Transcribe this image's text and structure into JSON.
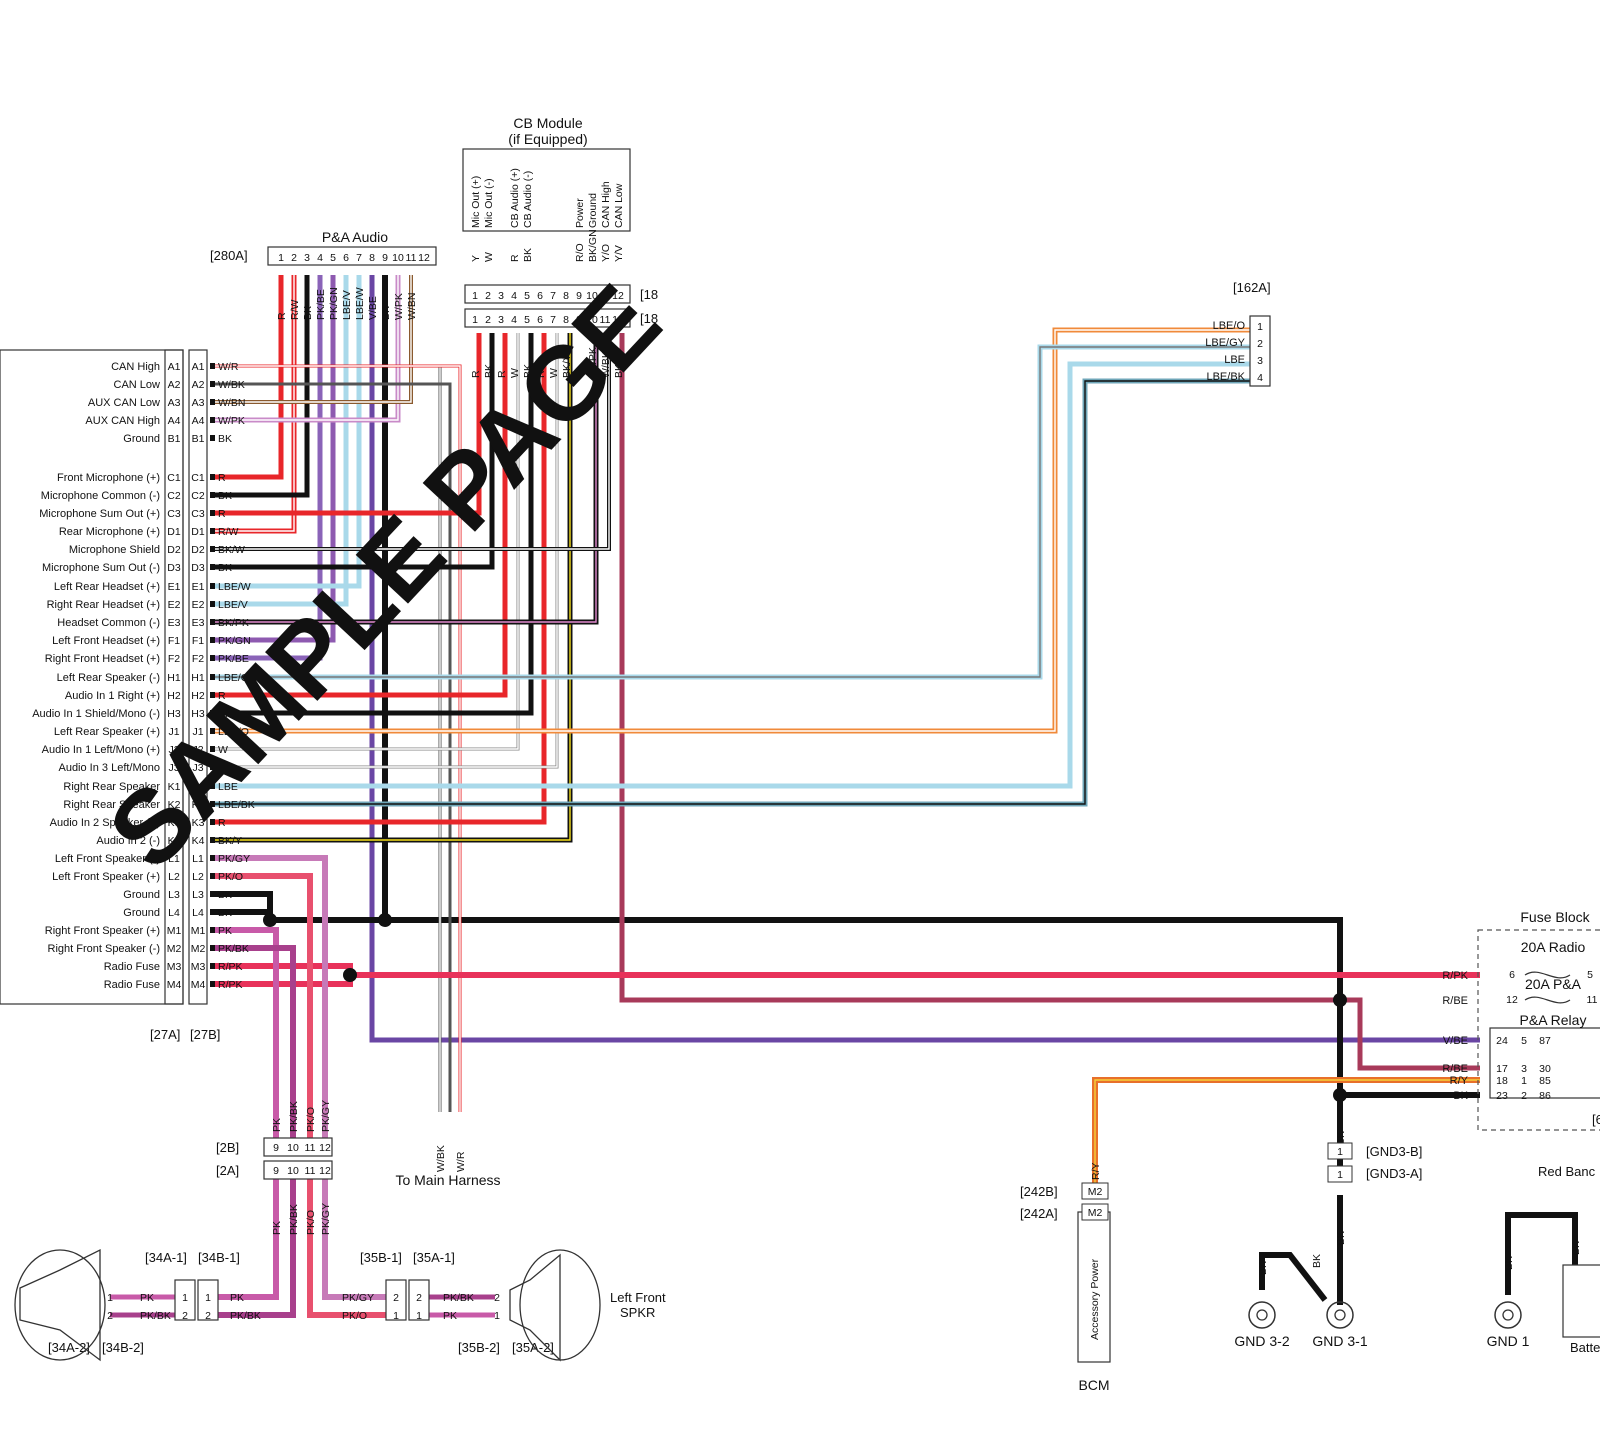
{
  "colors": {
    "R": "#e8262a",
    "RW": "#e8262a",
    "BK": "#111111",
    "PKBE": "#8a63b8",
    "PKGN": "#8e5ab0",
    "LBEV": "#a9d9ea",
    "LBEW": "#a9d9ea",
    "VBE": "#6a46a4",
    "WBK": "#777777",
    "WPK": "#c98bc8",
    "WBN": "#8a5a2f",
    "Y": "#f7e11b",
    "RO": "#f07a2a",
    "BKGN": "#2f8f3a",
    "YO": "#f5a52b",
    "YV": "#b89d2d",
    "PK": "#c85aa8",
    "PKBK": "#a8408c",
    "PKO": "#e8506e",
    "PKGY": "#c77ab8",
    "RPK": "#e8325a",
    "RBE": "#a83a5a",
    "RY": "#e8702a",
    "LBEO": "#f08a3a",
    "LBEGY": "#a9d9ea",
    "LBE": "#a9d9ea",
    "LBEBK": "#6fa6b8"
  },
  "pa_audio": {
    "title": "P&A Audio",
    "ref": "[280A]",
    "pins": [
      "1",
      "2",
      "3",
      "4",
      "5",
      "6",
      "7",
      "8",
      "9",
      "10",
      "11",
      "12"
    ],
    "wire_labels": [
      "R",
      "R/W",
      "BK",
      "PK/BE",
      "PK/GN",
      "LBE/V",
      "LBE/W",
      "V/BE",
      "BK",
      "W/PK",
      "W/BN",
      ""
    ]
  },
  "cb_module": {
    "title": "CB Module",
    "subtitle": "(if Equipped)",
    "functions": [
      "Mic Out (+)",
      "Mic Out (-)",
      "",
      "CB Audio (+)",
      "CB Audio (-)",
      "",
      "",
      "",
      "Power",
      "Ground",
      "CAN High",
      "CAN Low"
    ],
    "wire_labels": [
      "Y",
      "W",
      "",
      "R",
      "BK",
      "",
      "",
      "",
      "R/O",
      "BK/GN",
      "Y/O",
      "Y/V"
    ],
    "pins": [
      "1",
      "2",
      "3",
      "4",
      "5",
      "6",
      "7",
      "8",
      "9",
      "10",
      "11",
      "12"
    ],
    "lower_wire_labels": [
      "R",
      "BK",
      "R",
      "W",
      "BK",
      "R",
      "W",
      "BK/Y",
      "",
      "BK/PK",
      "W/BK",
      "BK"
    ],
    "ref_upper": "[18",
    "ref_lower": "[18"
  },
  "left_connector": {
    "refs": [
      "[27A]",
      "[27B]"
    ],
    "rows": [
      {
        "name": "CAN High",
        "pin": "A1",
        "wire": "W/R"
      },
      {
        "name": "CAN Low",
        "pin": "A2",
        "wire": "W/BK"
      },
      {
        "name": "AUX CAN Low",
        "pin": "A3",
        "wire": "W/BN"
      },
      {
        "name": "AUX CAN High",
        "pin": "A4",
        "wire": "W/PK"
      },
      {
        "name": "Ground",
        "pin": "B1",
        "wire": "BK"
      },
      {
        "name": "Front Microphone (+)",
        "pin": "C1",
        "wire": "R"
      },
      {
        "name": "Microphone Common (-)",
        "pin": "C2",
        "wire": "BK"
      },
      {
        "name": "Microphone Sum Out (+)",
        "pin": "C3",
        "wire": "R"
      },
      {
        "name": "Rear Microphone (+)",
        "pin": "D1",
        "wire": "R/W"
      },
      {
        "name": "Microphone Shield",
        "pin": "D2",
        "wire": "BK/W"
      },
      {
        "name": "Microphone Sum Out (-)",
        "pin": "D3",
        "wire": "BK"
      },
      {
        "name": "Left Rear Headset (+)",
        "pin": "E1",
        "wire": "LBE/W"
      },
      {
        "name": "Right Rear Headset (+)",
        "pin": "E2",
        "wire": "LBE/V"
      },
      {
        "name": "Headset Common (-)",
        "pin": "E3",
        "wire": "BK/PK"
      },
      {
        "name": "Left Front Headset (+)",
        "pin": "F1",
        "wire": "PK/GN"
      },
      {
        "name": "Right Front Headset (+)",
        "pin": "F2",
        "wire": "PK/BE"
      },
      {
        "name": "Left Rear Speaker (-)",
        "pin": "H1",
        "wire": "LBE/GY"
      },
      {
        "name": "Audio In 1 Right (+)",
        "pin": "H2",
        "wire": "R"
      },
      {
        "name": "Audio In 1 Shield/Mono (-)",
        "pin": "H3",
        "wire": "BK"
      },
      {
        "name": "Left Rear Speaker (+)",
        "pin": "J1",
        "wire": "LBE/O"
      },
      {
        "name": "Audio In 1 Left/Mono (+)",
        "pin": "J2",
        "wire": "W"
      },
      {
        "name": "Audio In 3 Left/Mono",
        "pin": "J3",
        "wire": "W"
      },
      {
        "name": "Right Rear Speaker",
        "pin": "K1",
        "wire": "LBE"
      },
      {
        "name": "Right Rear Speaker",
        "pin": "K2",
        "wire": "LBE/BK"
      },
      {
        "name": "Audio In 2 Speaker (+)",
        "pin": "K3",
        "wire": "R"
      },
      {
        "name": "Audio In 2 (-)",
        "pin": "K4",
        "wire": "BK/Y"
      },
      {
        "name": "Left Front Speaker (-)",
        "pin": "L1",
        "wire": "PK/GY"
      },
      {
        "name": "Left Front Speaker (+)",
        "pin": "L2",
        "wire": "PK/O"
      },
      {
        "name": "Ground",
        "pin": "L3",
        "wire": "BK"
      },
      {
        "name": "Ground",
        "pin": "L4",
        "wire": "BK"
      },
      {
        "name": "Right Front Speaker (+)",
        "pin": "M1",
        "wire": "PK"
      },
      {
        "name": "Right Front Speaker (-)",
        "pin": "M2",
        "wire": "PK/BK"
      },
      {
        "name": "Radio Fuse",
        "pin": "M3",
        "wire": "R/PK"
      },
      {
        "name": "Radio Fuse",
        "pin": "M4",
        "wire": "R/PK"
      }
    ]
  },
  "conn_162a": {
    "ref": "[162A]",
    "wires": [
      "LBE/O",
      "LBE/GY",
      "LBE",
      "LBE/BK"
    ],
    "pins": [
      "1",
      "2",
      "3",
      "4"
    ]
  },
  "conn_2": {
    "ref_b": "[2B]",
    "ref_a": "[2A]",
    "pins": [
      "9",
      "10",
      "11",
      "12"
    ],
    "wires": [
      "PK",
      "PK/BK",
      "PK/O",
      "PK/GY"
    ]
  },
  "main_harness": {
    "label": "To Main Harness",
    "wires": [
      "W/BK",
      "W/R"
    ]
  },
  "right_spkr": {
    "refs_top": [
      "[34A-1]",
      "[34B-1]"
    ],
    "refs_bottom": [
      "[34A-2]",
      "[34B-2]"
    ],
    "pins": [
      "1",
      "2"
    ],
    "wires": [
      "PK",
      "PK/BK"
    ]
  },
  "left_spkr": {
    "label_line1": "Left Front",
    "label_line2": "SPKR",
    "refs_top": [
      "[35B-1]",
      "[35A-1]"
    ],
    "refs_bottom": [
      "[35B-2]",
      "[35A-2]"
    ],
    "pins": [
      "2",
      "1"
    ],
    "wires_in": [
      "PK/GY",
      "PK/O"
    ],
    "wires_out": [
      "PK/BK",
      "PK"
    ]
  },
  "fuse_block": {
    "title": "Fuse Block",
    "fuse1": {
      "name": "20A Radio",
      "in": "6",
      "out": "5",
      "wire": "R/PK"
    },
    "fuse2": {
      "name": "20A P&A",
      "in": "12",
      "out": "11",
      "wire": "R/BE"
    },
    "relay": {
      "name": "P&A Relay",
      "rows": [
        {
          "wire": "V/BE",
          "a": "24",
          "b": "5",
          "c": "87"
        },
        {
          "wire": "R/BE",
          "a": "17",
          "b": "3",
          "c": "30"
        },
        {
          "wire": "R/Y",
          "a": "18",
          "b": "1",
          "c": "85"
        },
        {
          "wire": "BK",
          "a": "23",
          "b": "2",
          "c": "86"
        }
      ]
    },
    "ref_partial": "[6"
  },
  "bcm": {
    "label": "BCM",
    "function": "Accessory Power",
    "pin": "M2",
    "ref_b": "[242B]",
    "ref_a": "[242A]",
    "wire": "R/Y"
  },
  "gnd3": {
    "ref_b": "[GND3-B]",
    "ref_a": "[GND3-A]",
    "pin": "1",
    "wire": "BK",
    "terminals": [
      "GND 3-2",
      "GND 3-1"
    ]
  },
  "gnd1": {
    "label": "GND 1",
    "wire": "BK"
  },
  "battery": {
    "label": "Batte",
    "band": "Red Banc",
    "wire": "BK"
  },
  "watermark": "SAMPLE PAGE"
}
